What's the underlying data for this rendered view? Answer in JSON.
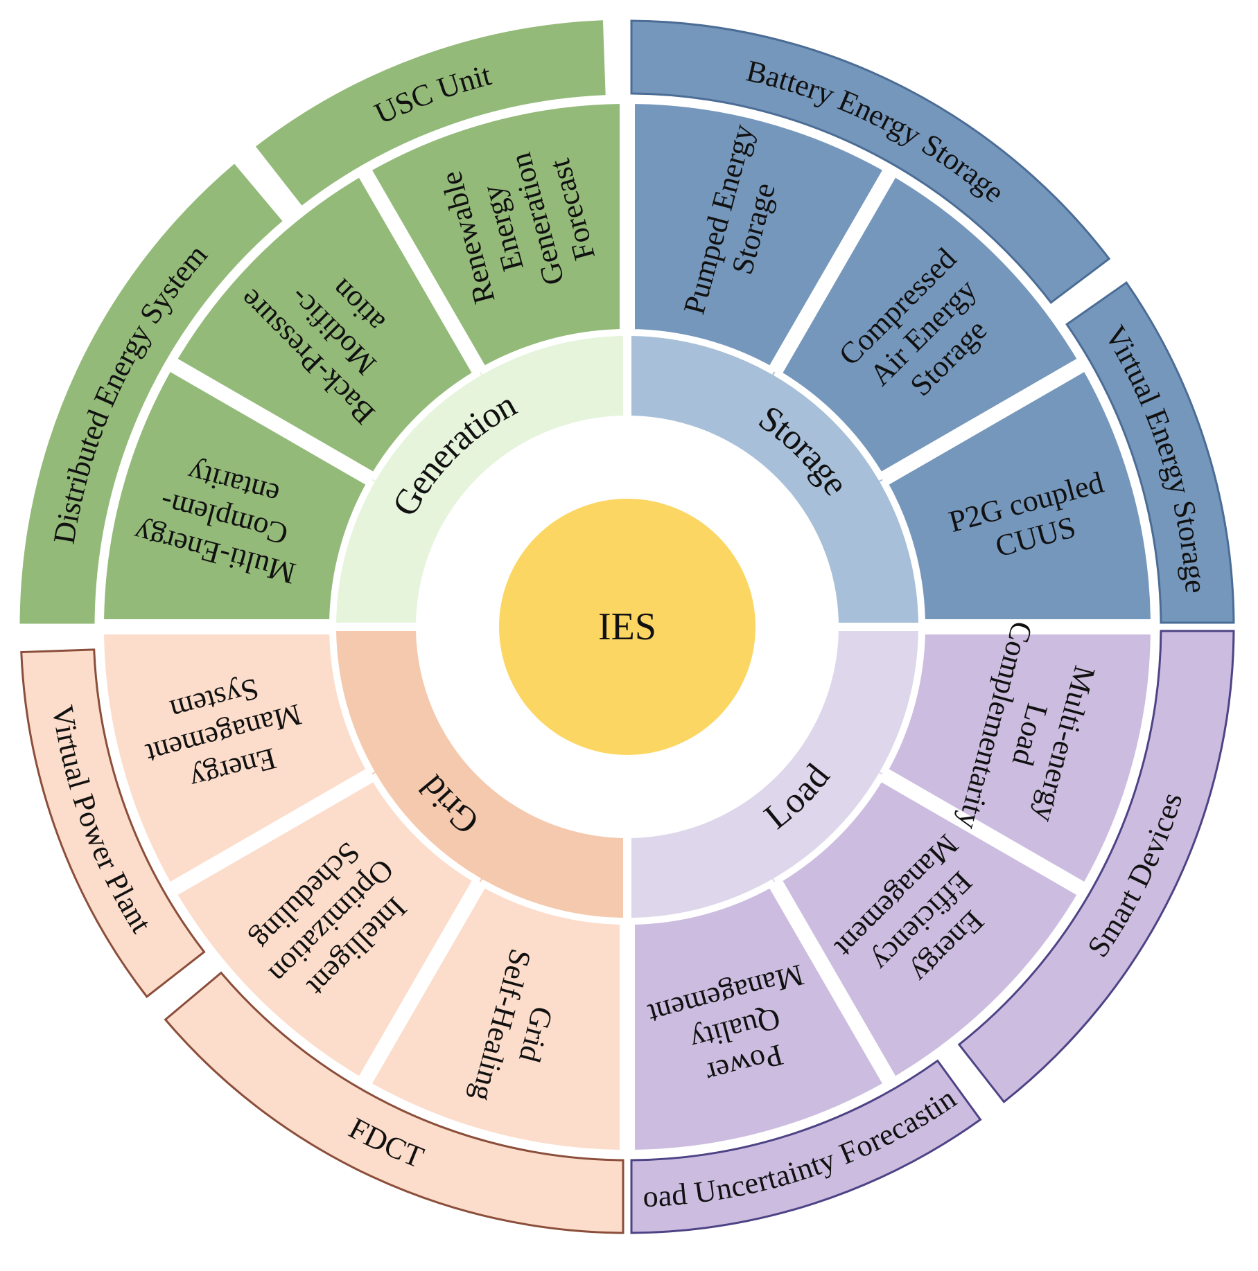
{
  "center": {
    "label": "IES",
    "color": "#FCD663"
  },
  "quadrants": [
    {
      "key": "generation",
      "label": "Generation",
      "colors": {
        "inner": "#E6F4DC",
        "mid": "#93BA78",
        "outer": "#93BA78",
        "stroke": "#93BA78"
      },
      "middle_items": [
        {
          "lines": [
            "Renewable",
            "Energy",
            "Generation",
            "Forecast"
          ]
        },
        {
          "lines": [
            "Back-Pressure",
            "Modific-",
            "ation"
          ]
        },
        {
          "lines": [
            "Multi-Energy",
            "Complem-",
            "entarity"
          ]
        }
      ],
      "outer_items": [
        {
          "label": "Distributed Energy System"
        },
        {
          "label": "USC Unit"
        }
      ]
    },
    {
      "key": "storage",
      "label": "Storage",
      "colors": {
        "inner": "#A7BFD8",
        "mid": "#7597BC",
        "outer": "#7597BC",
        "stroke": "#4B6C95"
      },
      "middle_items": [
        {
          "lines": [
            "P2G coupled",
            "CUUS"
          ]
        },
        {
          "lines": [
            "Compressed",
            "Air Energy",
            "Storage"
          ]
        },
        {
          "lines": [
            "Pumped Energy",
            "Storage"
          ]
        }
      ],
      "outer_items": [
        {
          "label": "Battery Energy Storage"
        },
        {
          "label": "Virtual Energy Storage"
        }
      ]
    },
    {
      "key": "load",
      "label": "Load",
      "colors": {
        "inner": "#DED6EA",
        "mid": "#CCBDE0",
        "outer": "#CCBDE0",
        "stroke": "#4D4385"
      },
      "middle_items": [
        {
          "lines": [
            "Power",
            "Quality",
            "Management"
          ]
        },
        {
          "lines": [
            "Energy",
            "Efficiency",
            "Management"
          ]
        },
        {
          "lines": [
            "Multi-energy",
            "Load",
            "Complementarity"
          ]
        }
      ],
      "outer_items": [
        {
          "label": "Smart Devices"
        },
        {
          "label": "Load Uncertainty Forecasting"
        }
      ]
    },
    {
      "key": "grid",
      "label": "Grid",
      "colors": {
        "inner": "#F5C9AD",
        "mid": "#FCDCCA",
        "outer": "#FCDCCA",
        "stroke": "#8A4E3A"
      },
      "middle_items": [
        {
          "lines": [
            "Energy",
            "Management",
            "System"
          ]
        },
        {
          "lines": [
            "Intelligent",
            "Optimization",
            "Scheduling"
          ]
        },
        {
          "lines": [
            "Grid",
            "Self-Healing"
          ]
        }
      ],
      "outer_items": [
        {
          "label": "FDCT"
        },
        {
          "label": "Virtual Power Plant"
        }
      ]
    }
  ]
}
